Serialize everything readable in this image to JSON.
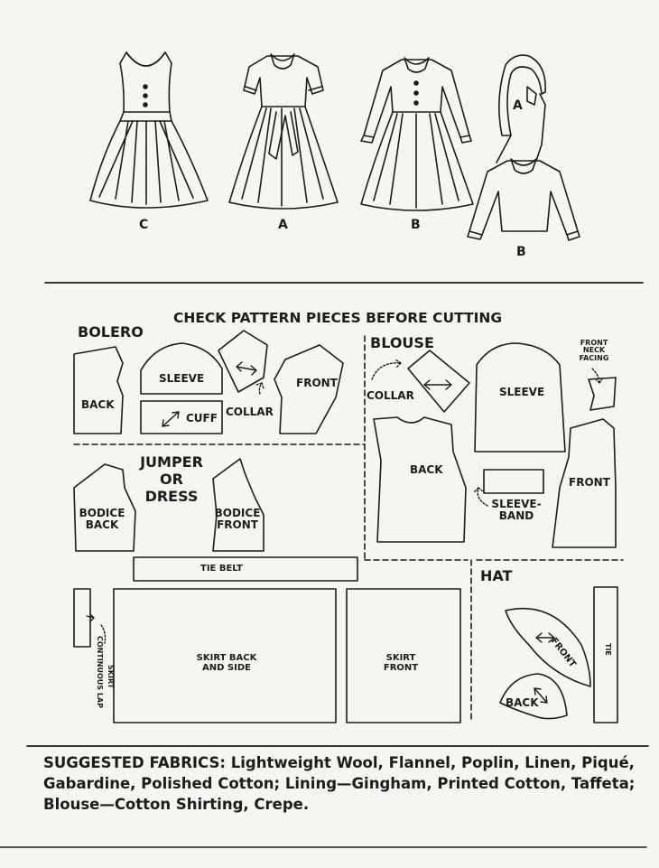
{
  "views": [
    {
      "letter": "C"
    },
    {
      "letter": "A"
    },
    {
      "letter": "B"
    },
    {
      "letter": "A"
    },
    {
      "letter": "B"
    }
  ],
  "heading": "CHECK PATTERN PIECES BEFORE CUTTING",
  "sections": {
    "bolero": "BOLERO",
    "blouse": "BLOUSE",
    "jumper_line1": "JUMPER",
    "jumper_line2": "OR",
    "jumper_line3": "DRESS",
    "hat": "HAT"
  },
  "pieces": {
    "bolero_back": "BACK",
    "bolero_sleeve": "SLEEVE",
    "bolero_cuff": "CUFF",
    "bolero_collar": "COLLAR",
    "bolero_front": "FRONT",
    "blouse_collar": "COLLAR",
    "blouse_sleeve": "SLEEVE",
    "neck_facing_1": "FRONT",
    "neck_facing_2": "NECK",
    "neck_facing_3": "FACING",
    "blouse_back": "BACK",
    "sleeveband_1": "SLEEVE-",
    "sleeveband_2": "BAND",
    "blouse_front": "FRONT",
    "bodice_back_1": "BODICE",
    "bodice_back_2": "BACK",
    "bodice_front_1": "BODICE",
    "bodice_front_2": "FRONT",
    "tie_belt": "TIE BELT",
    "skirt_lap_1": "SKIRT",
    "skirt_lap_2": "CONTINUOUS LAP",
    "skirt_back_1": "SKIRT BACK",
    "skirt_back_2": "AND SIDE",
    "skirt_front_1": "SKIRT",
    "skirt_front_2": "FRONT",
    "hat_front": "FRONT",
    "hat_back": "BACK",
    "hat_tie": "TIE"
  },
  "fabrics": {
    "label": "SUGGESTED FABRICS:",
    "text": "Lightweight Wool, Flannel, Poplin, Linen, Piqué, Gabardine, Polished Cotton; Lining—Gingham, Printed Cotton, Taffeta; Blouse—Cotton Shirting, Crepe."
  }
}
